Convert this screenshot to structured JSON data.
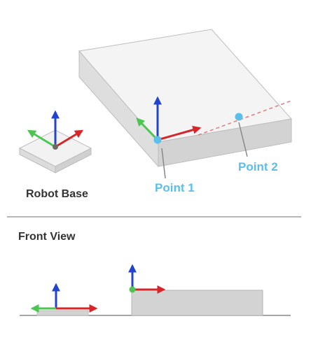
{
  "labels": {
    "robot_base": "Robot Base",
    "point_1": "Point 1",
    "point_2": "Point 2",
    "front_view": "Front View"
  },
  "colors": {
    "x_axis": "#d7262a",
    "y_axis": "#4cc552",
    "z_axis": "#2244cc",
    "point": "#5bbfea",
    "box_top": "#f4f4f4",
    "box_side": "#dedede",
    "box_front": "#d3d3d3",
    "outline": "#b8b8b8",
    "divider": "#9a9a9a",
    "label_dark": "#333333"
  },
  "icons": {
    "axes": [
      "x-axis-arrow-icon",
      "y-axis-arrow-icon",
      "z-axis-arrow-icon"
    ]
  }
}
